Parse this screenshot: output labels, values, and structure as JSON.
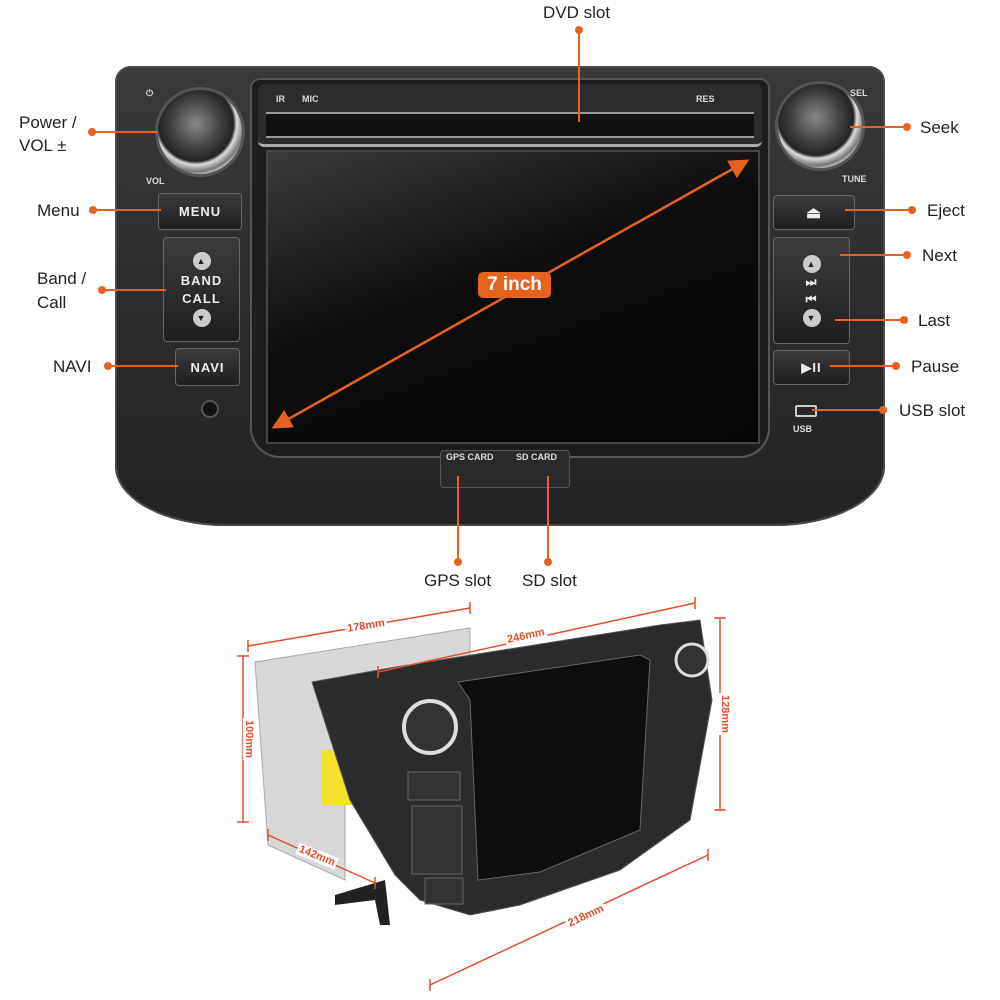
{
  "callouts": {
    "dvd_slot": "DVD slot",
    "power_vol": [
      "Power /",
      "VOL ±"
    ],
    "menu": "Menu",
    "band_call": [
      "Band /",
      "Call"
    ],
    "navi": "NAVI",
    "seek": "Seek",
    "eject": "Eject",
    "next": "Next",
    "last": "Last",
    "pause": "Pause",
    "usb_slot": "USB slot",
    "gps_slot": "GPS slot",
    "sd_slot": "SD slot"
  },
  "screen_size": "7 inch",
  "device": {
    "ir": "IR",
    "mic": "MIC",
    "res": "RES",
    "vol": "VOL",
    "sel": "SEL",
    "tune": "TUNE",
    "menu": "MENU",
    "band": "BAND",
    "call": "CALL",
    "navi": "NAVI",
    "usb": "USB",
    "gps_card": "GPS CARD",
    "sd_card": "SD CARD",
    "eject_glyph": "⏏",
    "next_glyph": "⏭",
    "last_glyph": "⏮",
    "playpause_glyph": "▶II"
  },
  "dimensions": {
    "depth_top": "178mm",
    "width_top": "246mm",
    "height_left": "100mm",
    "height_right": "128mm",
    "depth_bottom": "142mm",
    "width_bottom": "218mm"
  },
  "colors": {
    "accent": "#e8621f",
    "dimension": "#e34f2e",
    "body": "#2f2f31"
  }
}
